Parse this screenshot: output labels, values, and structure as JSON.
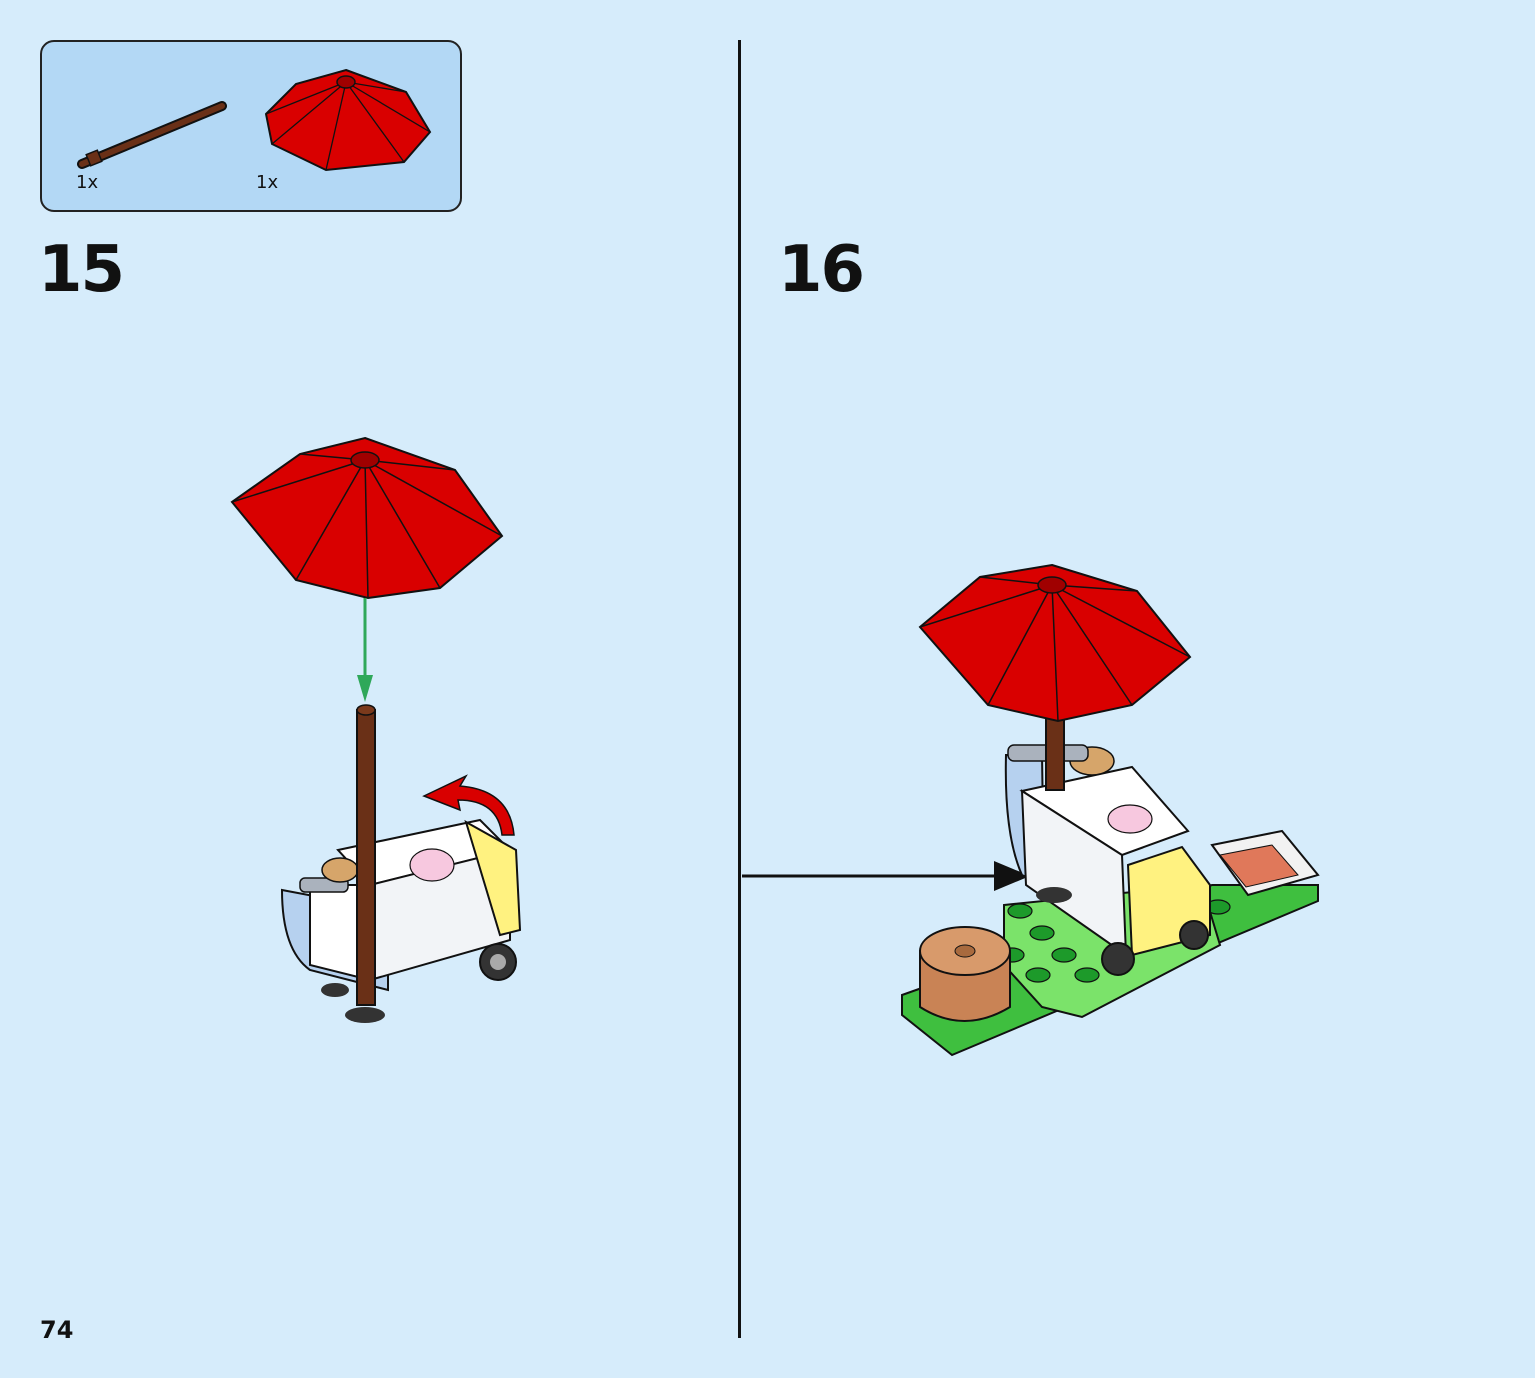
{
  "parts_list": {
    "items": [
      {
        "part": "brown-bar",
        "count_label": "1x",
        "color": "#6a3017"
      },
      {
        "part": "red-umbrella-canopy",
        "count_label": "1x",
        "color": "#d90000"
      }
    ]
  },
  "steps": [
    {
      "number": "15"
    },
    {
      "number": "16"
    }
  ],
  "page": {
    "number": "74"
  },
  "colors": {
    "background": "#d6ecfb",
    "parts_box": "#b3d8f5",
    "umbrella_red": "#d90000",
    "pole_brown": "#6a3017",
    "plate_green": "#3fbf3f",
    "arrow_green": "#2fa85a",
    "highlight_yellow": "#fff280"
  }
}
